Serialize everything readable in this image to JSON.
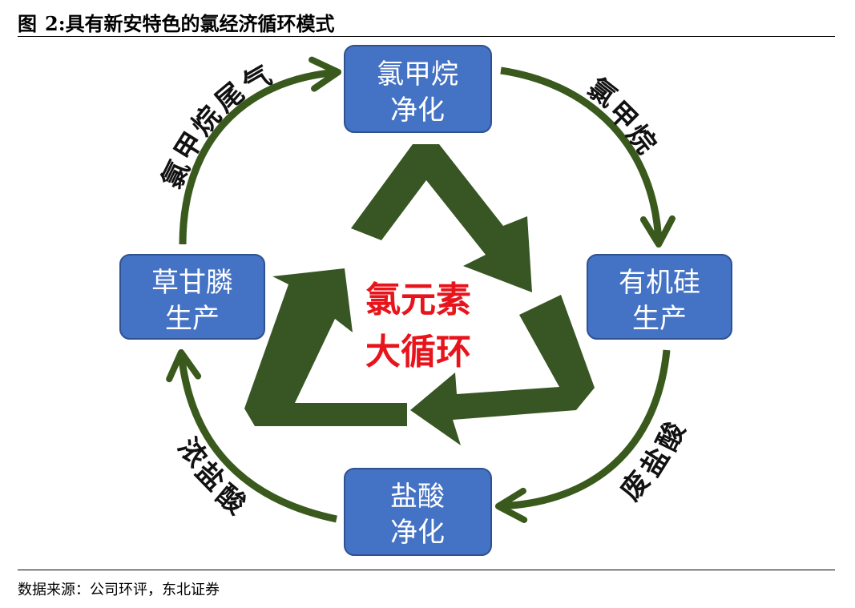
{
  "figure": {
    "label": "图",
    "number": "2:",
    "title": "具有新安特色的氯经济循环模式"
  },
  "center": {
    "line1": "氯元素",
    "line2": "大循环"
  },
  "nodes": {
    "top": {
      "line1": "氯甲烷",
      "line2": "净化"
    },
    "right": {
      "line1": "有机硅",
      "line2": "生产"
    },
    "bottom": {
      "line1": "盐酸",
      "line2": "净化"
    },
    "left": {
      "line1": "草甘膦",
      "line2": "生产"
    }
  },
  "edges": {
    "top_right": [
      "氯",
      "甲",
      "烷"
    ],
    "right_bottom": [
      "废",
      "盐",
      "酸"
    ],
    "bottom_left": [
      "浓",
      "盐",
      "酸"
    ],
    "left_top": [
      "氯",
      "甲",
      "烷",
      "尾",
      "气"
    ]
  },
  "colors": {
    "node_fill": "#4472c4",
    "node_stroke": "#2f528f",
    "arrow_green": "#3a5a1d",
    "recycle_green": "#375623",
    "center_red": "#e8141c"
  },
  "source": "数据来源：公司环评，东北证券"
}
